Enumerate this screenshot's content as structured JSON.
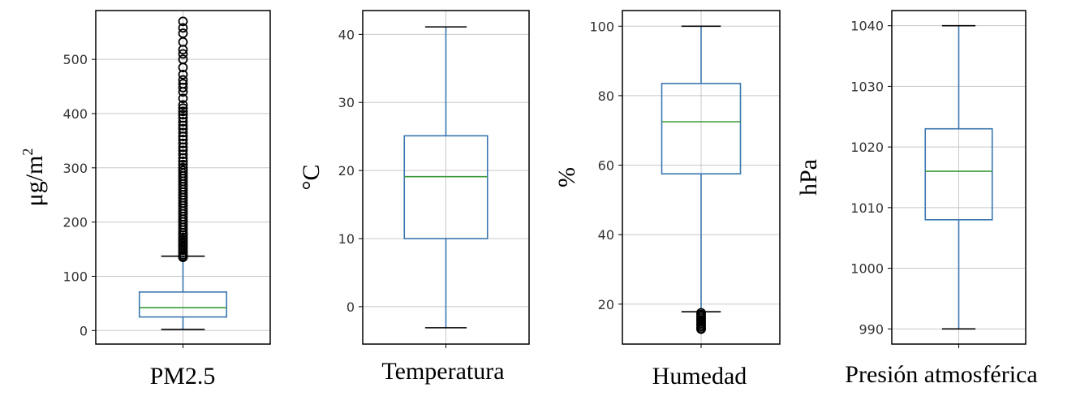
{
  "chart_data": [
    {
      "type": "boxplot",
      "xlabel": "PM2.5",
      "ylabel": "μg/m",
      "ylabel_sup": "2",
      "ylim": [
        -25,
        590
      ],
      "yticks": [
        0,
        100,
        200,
        300,
        400,
        500
      ],
      "grid": true,
      "box": {
        "whisker_low": 2,
        "q1": 25,
        "median": 42,
        "q3": 71,
        "whisker_high": 137
      },
      "outliers": [
        135,
        137,
        140,
        144,
        148,
        152,
        156,
        160,
        164,
        168,
        172,
        176,
        180,
        185,
        190,
        195,
        200,
        205,
        210,
        215,
        220,
        225,
        230,
        235,
        240,
        245,
        250,
        255,
        260,
        265,
        270,
        275,
        280,
        285,
        290,
        295,
        300,
        306,
        312,
        318,
        325,
        332,
        338,
        345,
        352,
        358,
        365,
        372,
        378,
        385,
        392,
        398,
        404,
        410,
        416,
        428,
        440,
        448,
        455,
        462,
        472,
        485,
        500,
        510,
        518,
        532,
        548,
        558,
        570
      ]
    },
    {
      "type": "boxplot",
      "xlabel": "Temperatura",
      "ylabel": "°C",
      "ylim": [
        -5.5,
        43.5
      ],
      "yticks": [
        0,
        10,
        20,
        30,
        40
      ],
      "grid": true,
      "box": {
        "whisker_low": -3.1,
        "q1": 10,
        "median": 19.1,
        "q3": 25.1,
        "whisker_high": 41.1
      },
      "outliers": []
    },
    {
      "type": "boxplot",
      "xlabel": "Humedad",
      "ylabel": "%",
      "ylim": [
        8.5,
        104.5
      ],
      "yticks": [
        20,
        40,
        60,
        80,
        100
      ],
      "grid": true,
      "box": {
        "whisker_low": 17.8,
        "q1": 57.5,
        "median": 72.5,
        "q3": 83.5,
        "whisker_high": 100
      },
      "outliers": [
        17.5,
        17,
        16.5,
        16,
        15.5,
        15,
        14.5,
        14,
        13.5,
        13,
        12.8
      ]
    },
    {
      "type": "boxplot",
      "xlabel": "Presión atmosférica",
      "ylabel": "hPa",
      "ylim": [
        987.5,
        1042.5
      ],
      "yticks": [
        990,
        1000,
        1010,
        1020,
        1030,
        1040
      ],
      "grid": true,
      "box": {
        "whisker_low": 990,
        "q1": 1008,
        "median": 1016,
        "q3": 1023,
        "whisker_high": 1040
      },
      "outliers": []
    }
  ],
  "colors": {
    "box": "#3a76b0",
    "median": "#3b9b3b",
    "grid": "#c8c8c8",
    "frame": "#000000",
    "outlier": "#000000"
  }
}
